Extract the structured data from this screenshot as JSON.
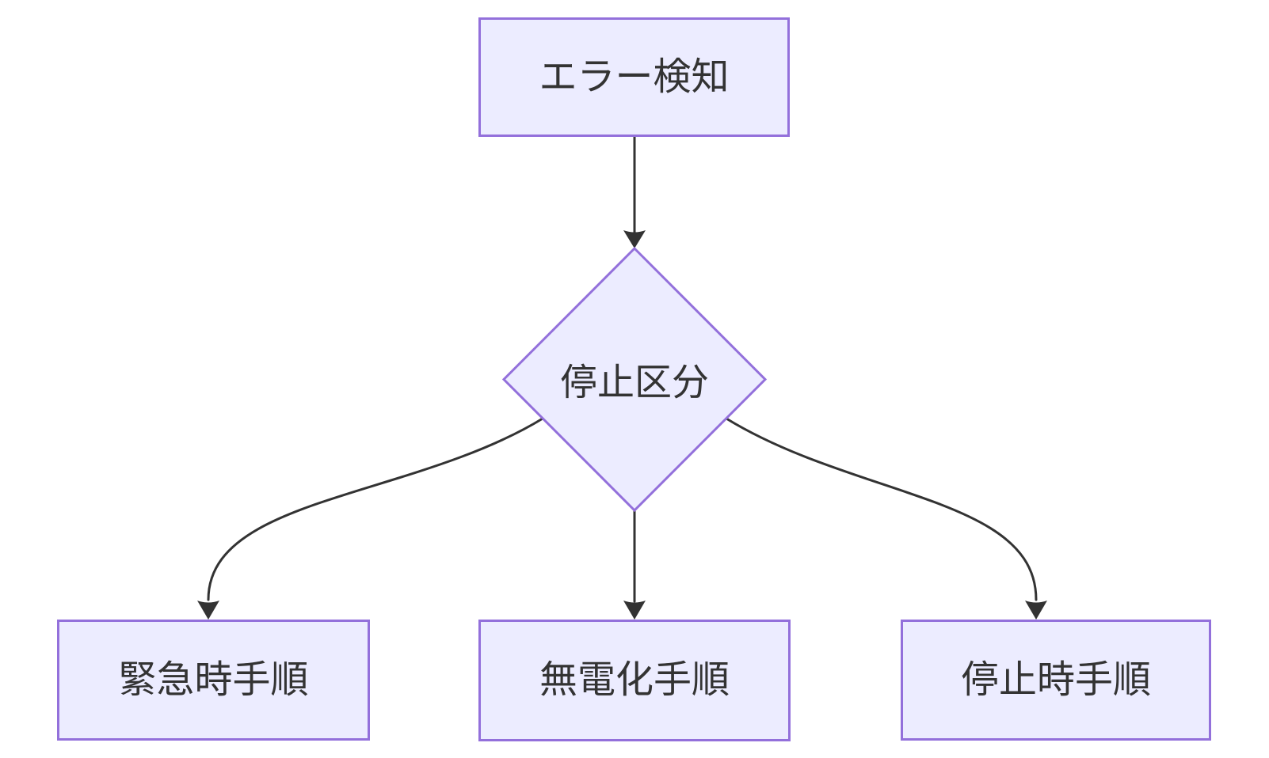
{
  "theme": {
    "node_fill": "#ECECFF",
    "node_border": "#9370DB",
    "edge_color": "#333333",
    "text_color": "#333333",
    "bg": "#FFFFFF"
  },
  "diagram": {
    "type": "flowchart",
    "direction": "top-down"
  },
  "nodes": {
    "error": {
      "label": "エラー検知",
      "shape": "rect"
    },
    "decision": {
      "label": "停止区分",
      "shape": "diamond"
    },
    "emergency": {
      "label": "緊急時手順",
      "shape": "rect"
    },
    "depower": {
      "label": "無電化手順",
      "shape": "rect"
    },
    "stop": {
      "label": "停止時手順",
      "shape": "rect"
    }
  },
  "edges": [
    {
      "from": "error",
      "to": "decision",
      "label": ""
    },
    {
      "from": "decision",
      "to": "emergency",
      "label": ""
    },
    {
      "from": "decision",
      "to": "depower",
      "label": ""
    },
    {
      "from": "decision",
      "to": "stop",
      "label": ""
    }
  ]
}
